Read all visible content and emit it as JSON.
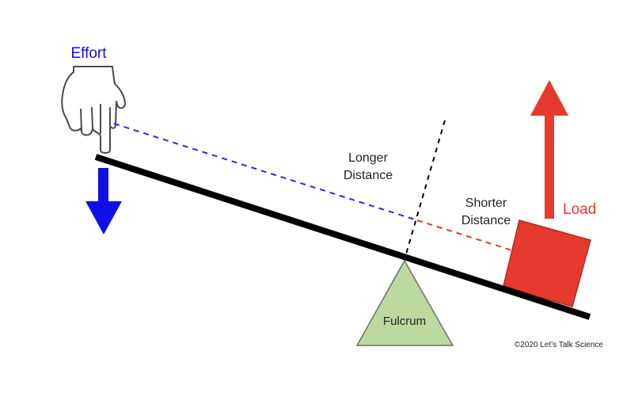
{
  "labels": {
    "effort": "Effort",
    "load": "Load",
    "fulcrum": "Fulcrum",
    "longer_distance": [
      "Longer",
      "Distance"
    ],
    "shorter_distance": [
      "Shorter",
      "Distance"
    ],
    "copyright": "©2020 Let’s Talk Science"
  },
  "colors": {
    "effort": "#1010e6",
    "load": "#e63a2e",
    "fulcrum_fill": "#bcd9a0",
    "fulcrum_stroke": "#6f6f6f",
    "lever": "#000000",
    "text": "#222222"
  },
  "icons": {
    "hand": "pointing-hand-icon",
    "effort_arrow": "arrow-down-icon",
    "load_arrow": "arrow-up-icon"
  }
}
